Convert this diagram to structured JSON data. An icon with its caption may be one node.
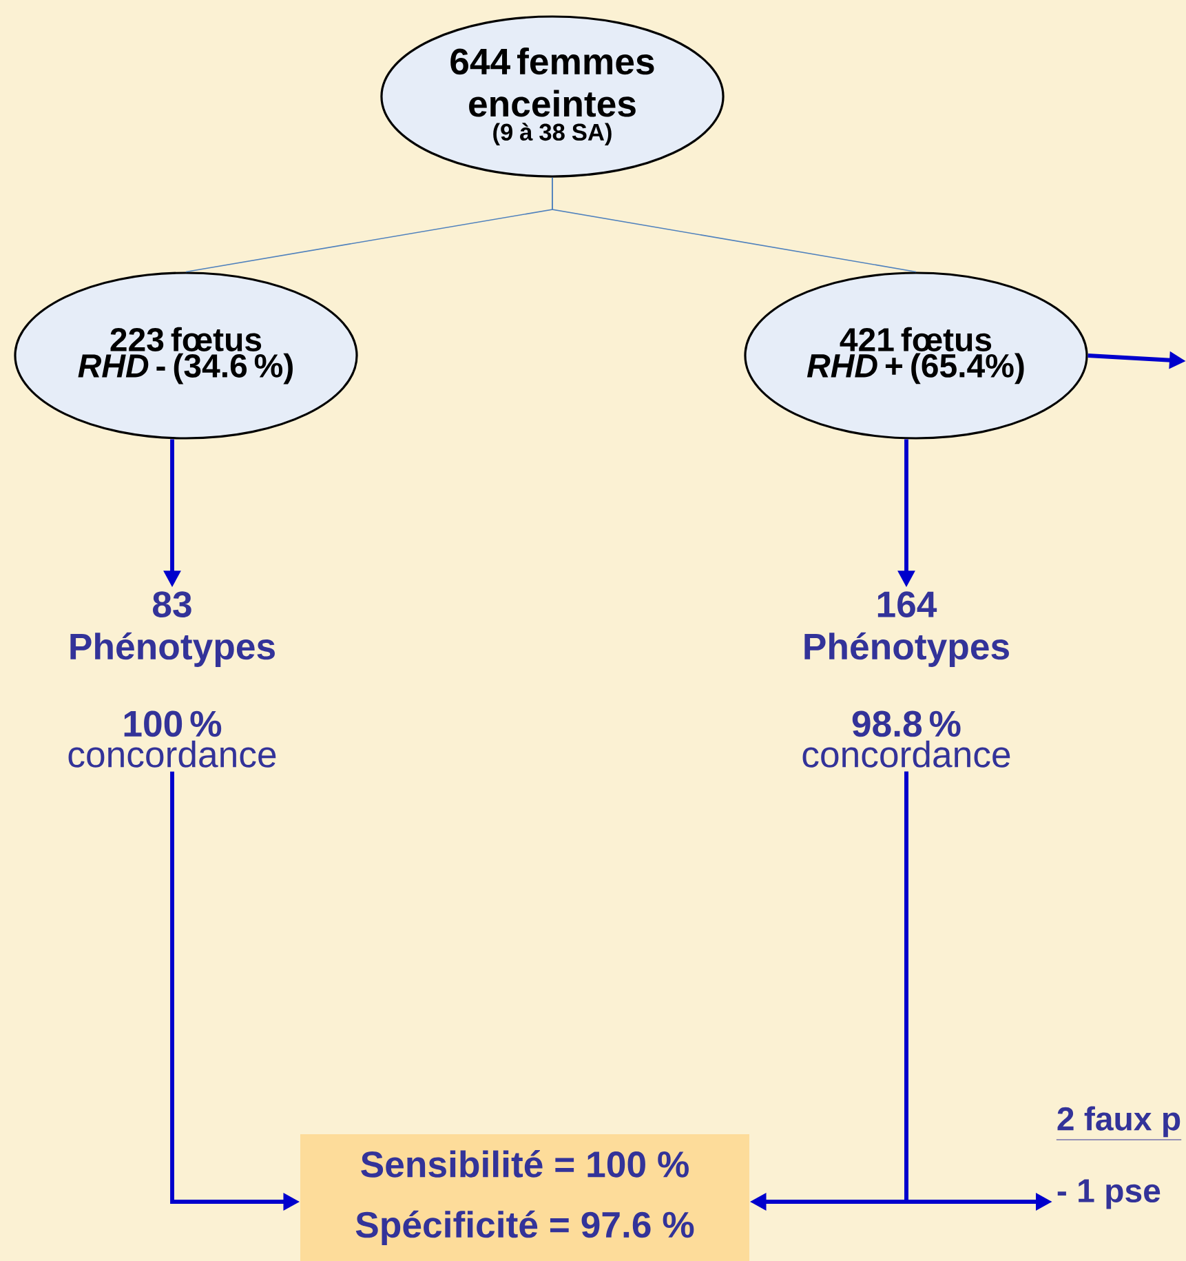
{
  "diagram": {
    "nodes": [
      {
        "text": [
          "644 femmes enceintes",
          "(9 à 38 SA)"
        ]
      },
      {
        "text": [
          "223 fœtus *RHD* - (34.6 %)"
        ]
      },
      {
        "text": [
          "421 fœtus *RHD* + (65.4%)"
        ]
      },
      {
        "text": [
          "83 Phénotypes",
          "100 %",
          "concordance"
        ]
      },
      {
        "text": [
          "164 Phénotypes",
          "98.8 %",
          "concordance"
        ]
      },
      {
        "text": [
          "Sensibilité = 100 %",
          "Spécificité = 97.6 %"
        ]
      },
      {
        "text": [
          "2 faux p",
          "- 1 pse"
        ]
      }
    ],
    "edges": [
      {
        "from": 0,
        "to": 1,
        "arrow": "none",
        "color": "#4f81bd"
      },
      {
        "from": 0,
        "to": 2,
        "arrow": "none",
        "color": "#4f81bd"
      },
      {
        "from": 1,
        "to": 3,
        "arrow": "to"
      },
      {
        "from": 2,
        "to": 4,
        "arrow": "to"
      },
      {
        "from": 2,
        "to": null,
        "arrow": "to"
      },
      {
        "from": 3,
        "to": 5,
        "arrow": "to"
      },
      {
        "from": 4,
        "to": 5,
        "arrow": "to"
      },
      {
        "from": 4,
        "to": 6,
        "arrow": "to"
      }
    ]
  }
}
